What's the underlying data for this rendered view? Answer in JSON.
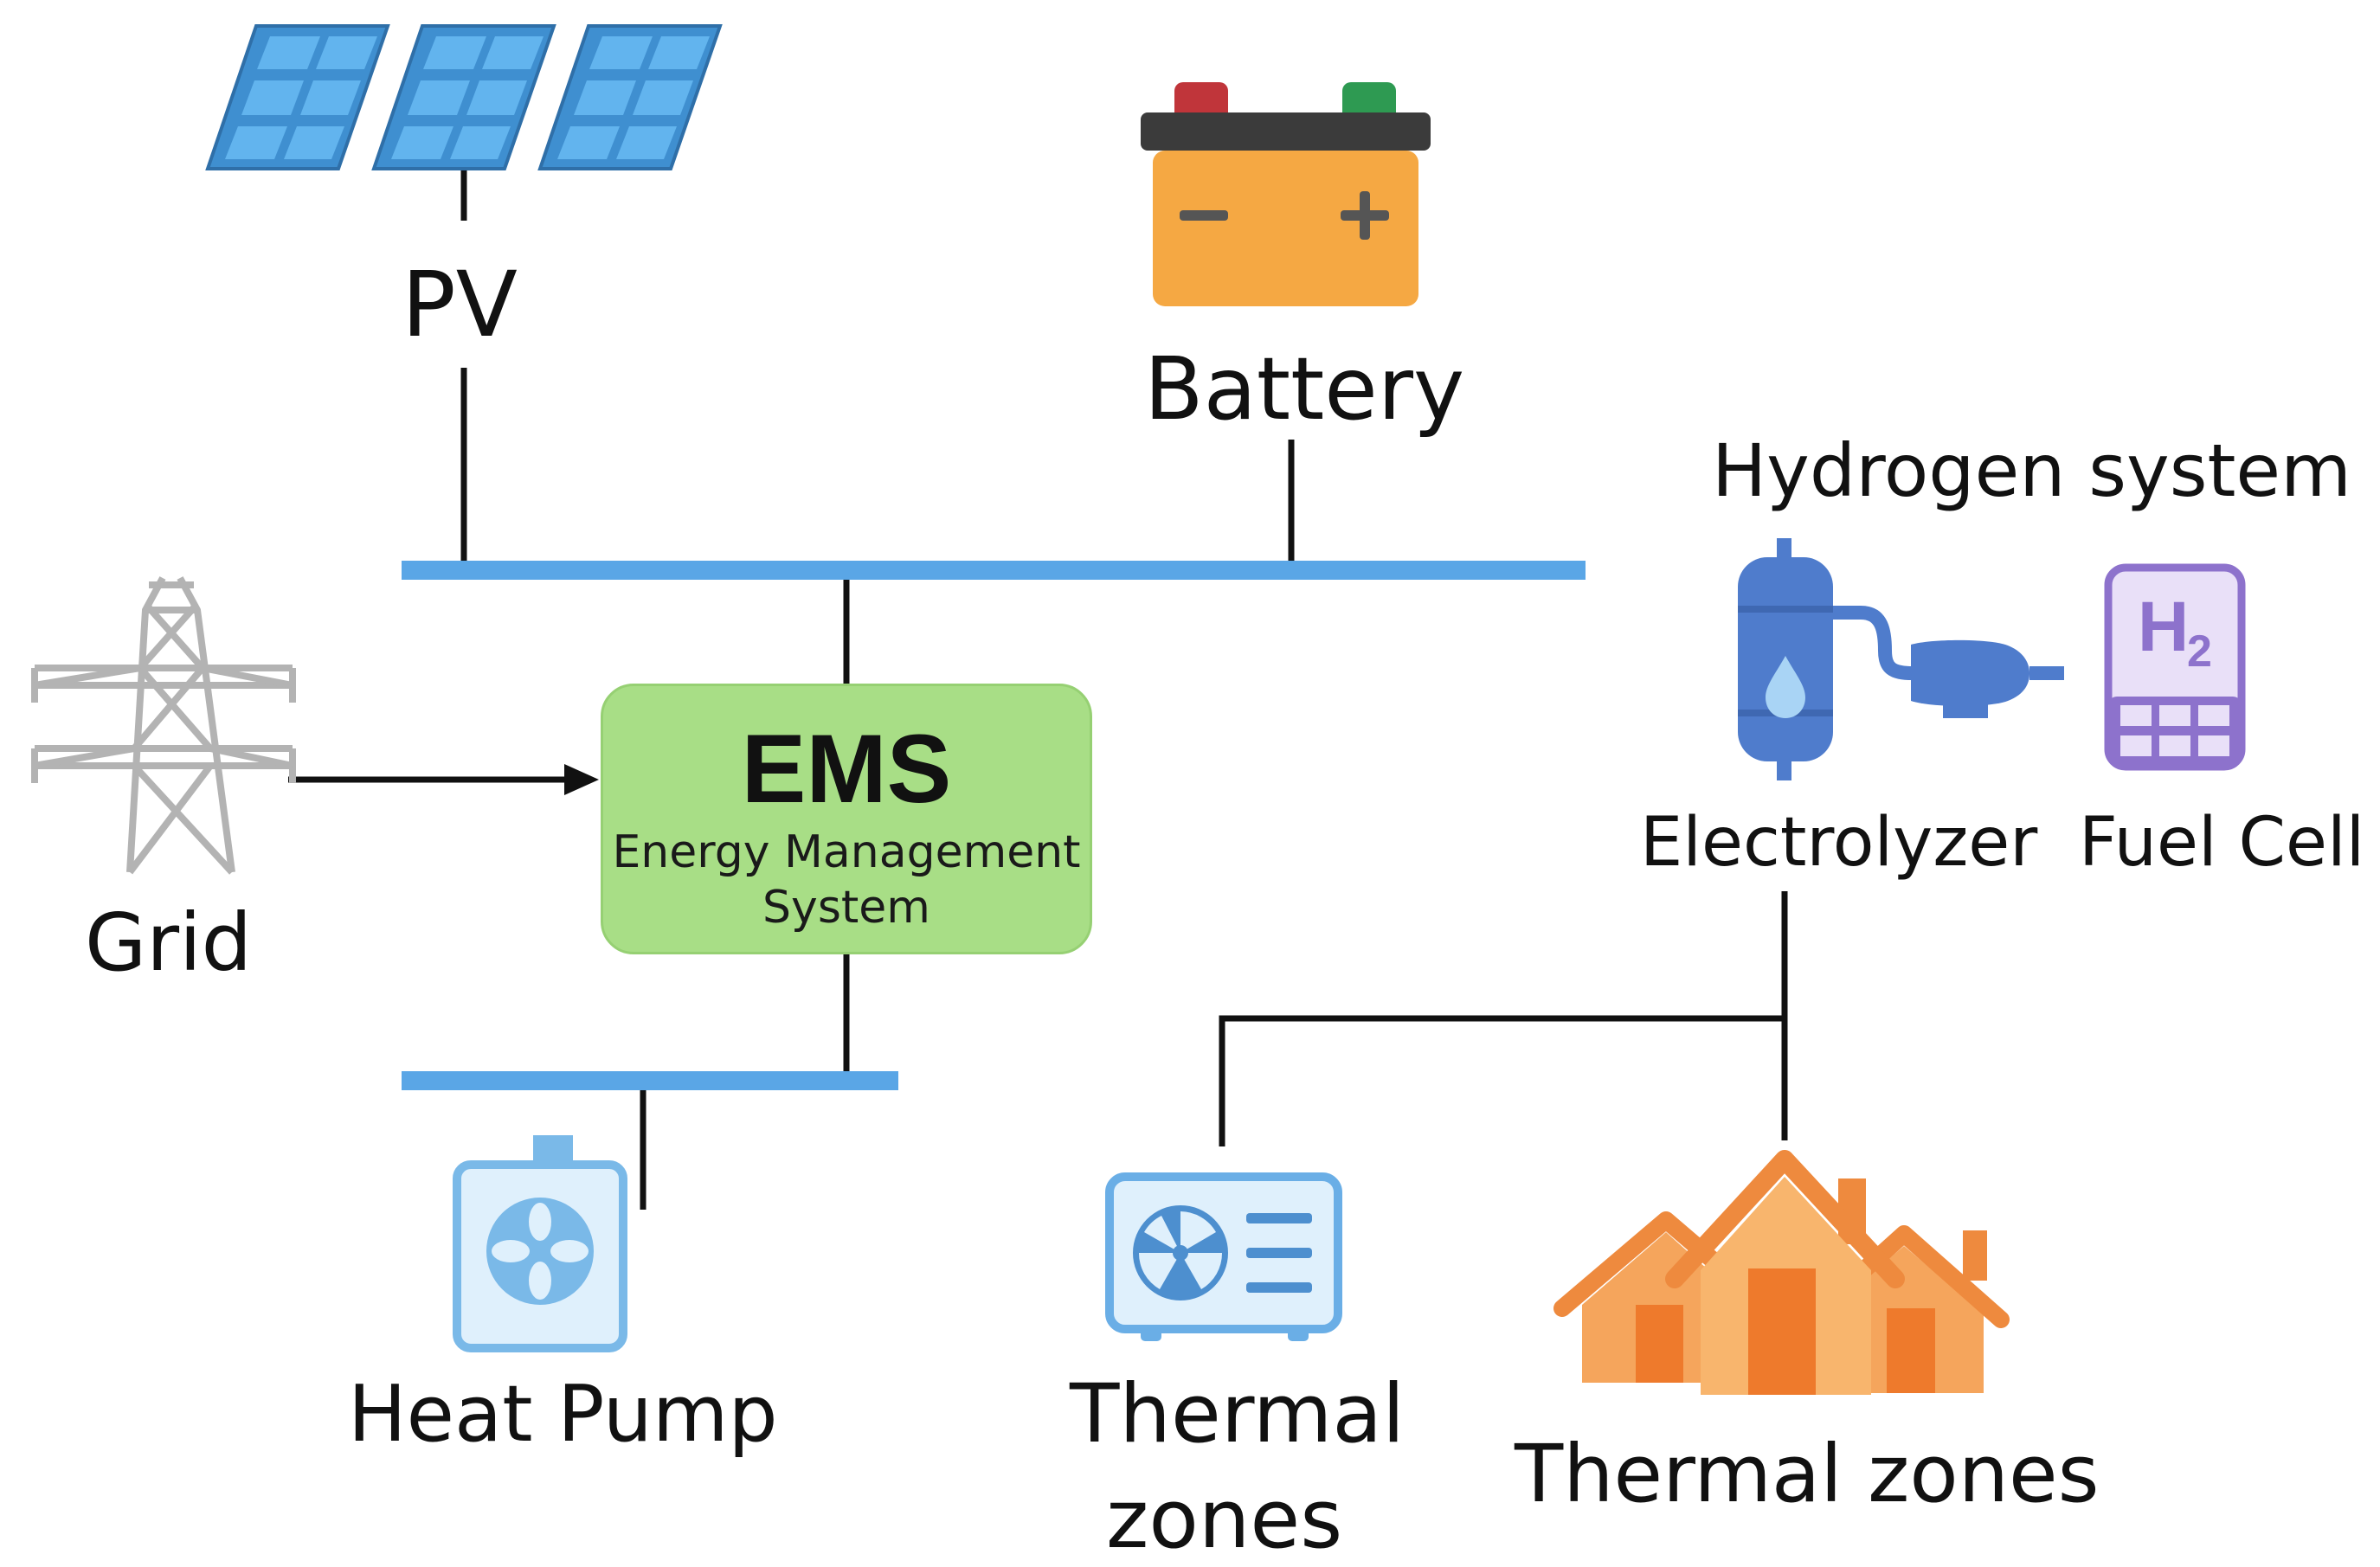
{
  "labels": {
    "pv": "PV",
    "battery": "Battery",
    "hydrogen_system": "Hydrogen system",
    "grid": "Grid",
    "electrolyzer": "Electrolyzer",
    "fuel_cell": "Fuel Cell",
    "heat_pump": "Heat Pump",
    "thermal_zones_1_line1": "Thermal",
    "thermal_zones_1_line2": "zones",
    "thermal_zones_2": "Thermal zones",
    "h2_text": "H",
    "h2_sub": "2"
  },
  "ems": {
    "title": "EMS",
    "subtitle_line1": "Energy Management",
    "subtitle_line2": "System"
  },
  "icons": {
    "pv": "solar-panel-icon",
    "battery": "battery-icon",
    "grid": "power-tower-icon",
    "electrolyzer": "electrolyzer-icon",
    "fuel_cell": "fuel-cell-icon",
    "heat_pump": "heat-pump-icon",
    "thermal_unit": "air-conditioner-icon",
    "houses": "houses-icon"
  },
  "colors": {
    "bus": "#5aa6e6",
    "solar": "#3f8fd0",
    "battery": "#f5a843",
    "ems": "#a8de86",
    "grid_tower": "#b3b3b3",
    "hydrogen": "#4f7ccc",
    "fuel_cell": "#8d72cc",
    "heat_pump": "#7ab9e8",
    "houses": "#ee8a3e"
  }
}
